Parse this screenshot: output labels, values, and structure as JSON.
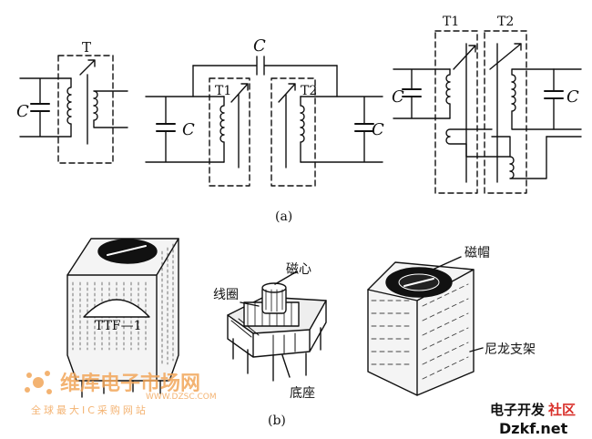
{
  "figure": {
    "panel_a_label": "(a)",
    "panel_b_label": "(b)",
    "transformer_label": "T",
    "transformer1_label": "T1",
    "transformer2_label": "T2",
    "capacitor_label": "C",
    "product_label": "TTF—1",
    "parts": {
      "coil": "线圈",
      "core": "磁心",
      "base": "底座",
      "cap": "磁帽",
      "nylon_frame": "尼龙支架"
    }
  },
  "watermarks": {
    "left_brand": "维库电子市场网",
    "left_url": "WWW.DZSC.COM",
    "left_slogan": "全球最大IC采购网站",
    "right_brand_a": "电子开发",
    "right_brand_b": "社区",
    "right_url": "Dzkf.net"
  },
  "colors": {
    "ink": "#111111",
    "watermark_orange": "#f2a65a",
    "watermark_red": "#d9302a"
  }
}
